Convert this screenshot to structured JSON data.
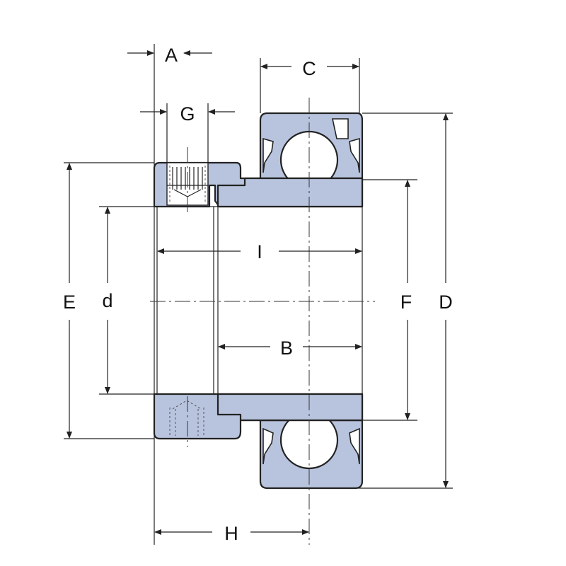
{
  "labels": {
    "A": "A",
    "G": "G",
    "C": "C",
    "E": "E",
    "d": "d",
    "I": "I",
    "F": "F",
    "D": "D",
    "B": "B",
    "H": "H"
  },
  "colors": {
    "housing_fill": "#b8c4de",
    "outline": "#222222",
    "ball_fill": "#ffffff",
    "background": "#ffffff"
  }
}
